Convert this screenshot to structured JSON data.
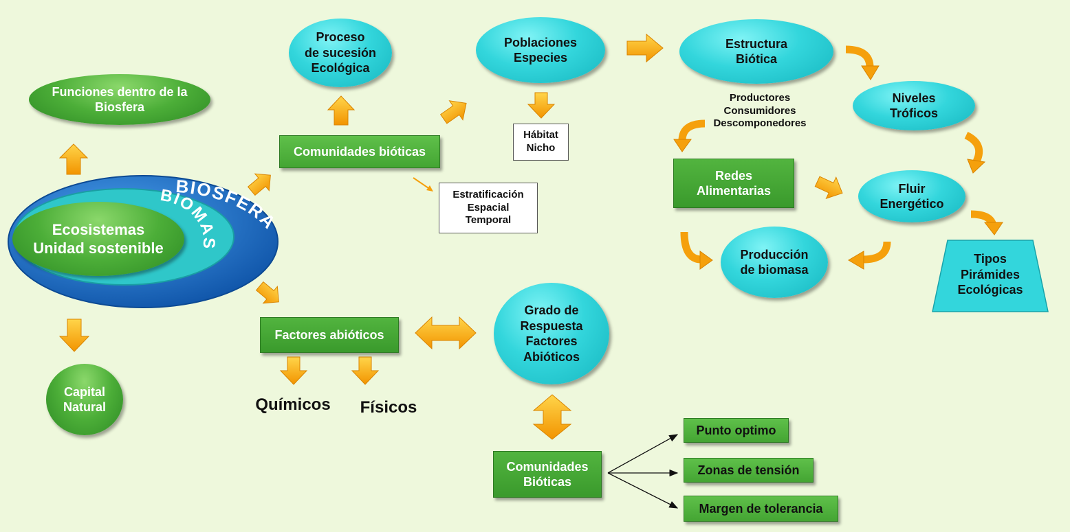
{
  "colors": {
    "background": "#eef8dc",
    "cyan": "#33d6dc",
    "green": "#4cae38",
    "arrow": "#f7a80c",
    "biosfera": "#1e6fc4"
  },
  "rings": {
    "biosfera": "BIOSFERA",
    "biomas": "BIOMAS",
    "core": "Ecosistemas\nUnidad sostenible"
  },
  "nodes": {
    "funciones": "Funciones  dentro de la\nBiosfera",
    "capital": "Capital\nNatural",
    "proceso": "Proceso\nde sucesión\nEcológica",
    "comunidades_bioticas": "Comunidades  bióticas",
    "estratificacion": "Estratificación\nEspacial\nTemporal",
    "factores_abioticos": "Factores abióticos",
    "quimicos": "Químicos",
    "fisicos": "Físicos",
    "poblaciones": "Poblaciones\nEspecies",
    "habitat": "Hábitat\nNicho",
    "grado": "Grado de\nRespuesta\nFactores\nAbióticos",
    "comunidades_bioticas_2": "Comunidades\nBióticas",
    "punto_optimo": "Punto optimo",
    "zonas_tension": "Zonas  de tensión",
    "margen_tolerancia": "Margen de tolerancia",
    "estructura": "Estructura\nBiótica",
    "productores": "Productores\nConsumidores\nDescomponedores",
    "niveles": "Niveles\nTróficos",
    "redes": "Redes\nAlimentarias",
    "fluir": "Fluir\nEnergético",
    "produccion": "Producción\nde biomasa",
    "tipos": "Tipos\nPirámides\nEcológicas"
  }
}
